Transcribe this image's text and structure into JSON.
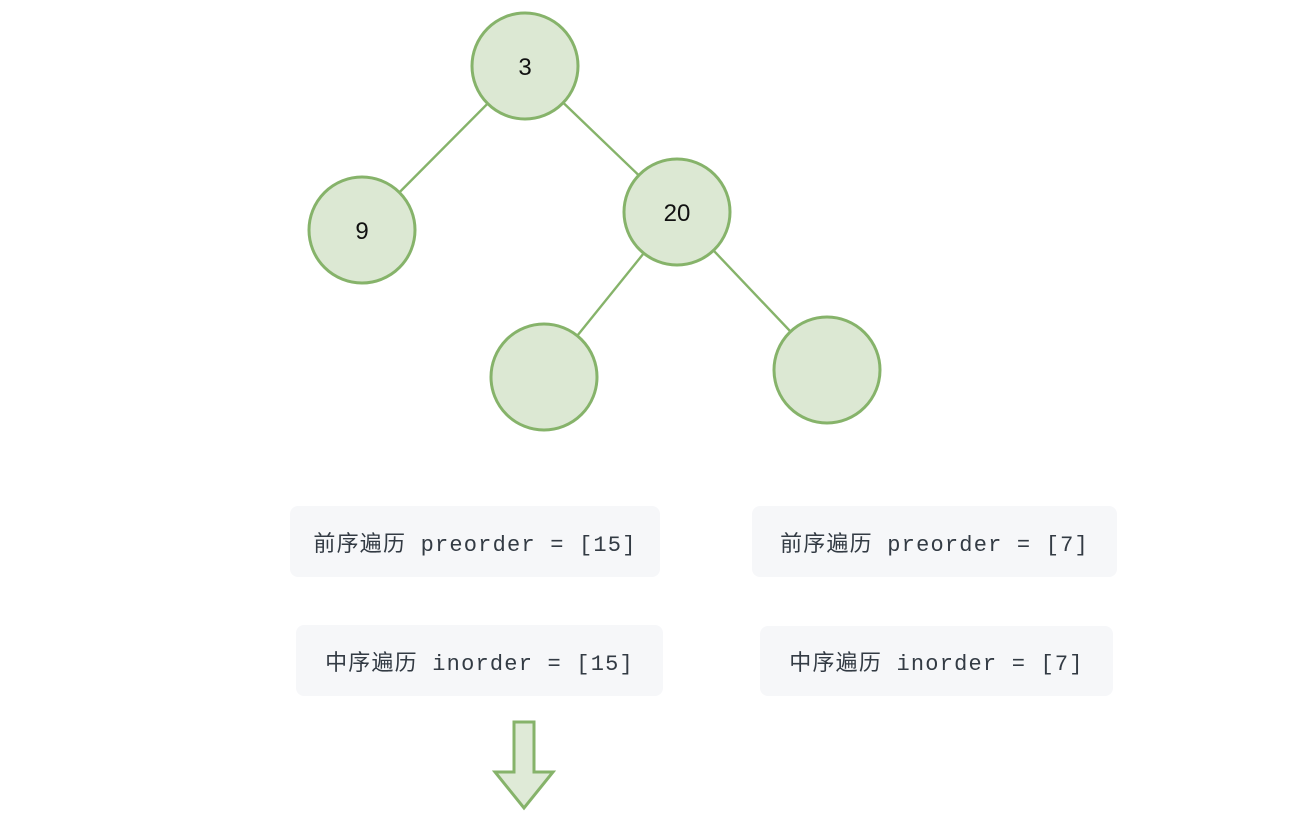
{
  "colors": {
    "background": "#ffffff",
    "node_fill": "#dce8d3",
    "node_stroke": "#86b36a",
    "edge_stroke": "#86b36a",
    "arrow_fill": "#dfead7",
    "arrow_stroke": "#86b36a",
    "panel_bg": "#f6f7f9",
    "panel_text": "#333b44",
    "node_text": "#111111"
  },
  "tree": {
    "description": "binary tree",
    "nodes": [
      {
        "name": "root",
        "value": "3"
      },
      {
        "name": "left-child",
        "value": "9"
      },
      {
        "name": "right-child",
        "value": "20"
      },
      {
        "name": "right-left-child",
        "value": ""
      },
      {
        "name": "right-right-child",
        "value": ""
      }
    ],
    "edges": [
      {
        "from": "root",
        "to": "left-child"
      },
      {
        "from": "root",
        "to": "right-child"
      },
      {
        "from": "right-child",
        "to": "right-left-child"
      },
      {
        "from": "right-child",
        "to": "right-right-child"
      }
    ]
  },
  "panels": [
    {
      "name": "preorder-left",
      "label": "前序遍历 preorder = [15]"
    },
    {
      "name": "preorder-right",
      "label": "前序遍历 preorder = [7]"
    },
    {
      "name": "inorder-left",
      "label": "中序遍历 inorder = [15]"
    },
    {
      "name": "inorder-right",
      "label": "中序遍历 inorder = [7]"
    }
  ],
  "icons": {
    "down_arrow": "down-arrow-icon"
  }
}
